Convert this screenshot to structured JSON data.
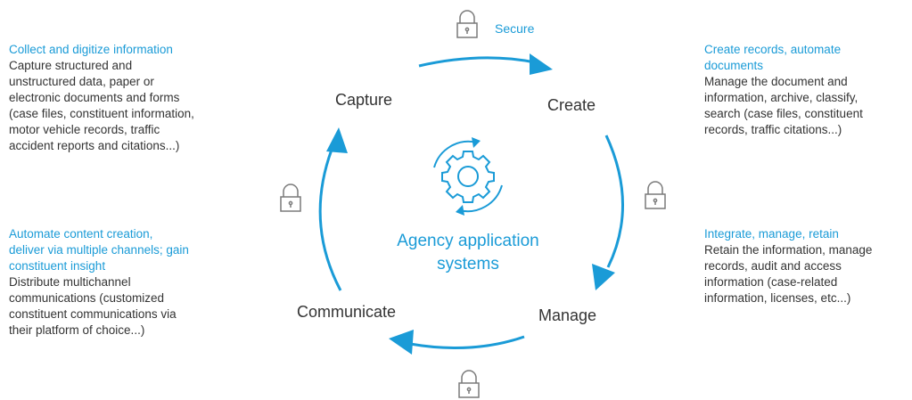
{
  "secure_label": "Secure",
  "center_title": [
    "Agency application",
    "systems"
  ],
  "stages": {
    "capture": "Capture",
    "create": "Create",
    "manage": "Manage",
    "communicate": "Communicate"
  },
  "blocks": {
    "collect": {
      "head": [
        "Collect and digitize information"
      ],
      "body": [
        "Capture structured and",
        "unstructured data, paper or",
        "electronic documents and forms",
        "(case files, constituent information,",
        "motor vehicle records, traffic",
        "accident reports and citations...)"
      ]
    },
    "create_records": {
      "head": [
        "Create records, automate",
        "documents"
      ],
      "body": [
        "Manage the document and",
        "information, archive, classify,",
        "search (case files, constituent",
        "records, traffic citations...)"
      ]
    },
    "automate": {
      "head": [
        "Automate content creation,",
        "deliver via multiple channels; gain",
        "constituent insight"
      ],
      "body": [
        "Distribute multichannel",
        "communications (customized",
        "constituent communications via",
        "their platform of choice...)"
      ]
    },
    "integrate": {
      "head": [
        "Integrate, manage, retain"
      ],
      "body": [
        "Retain the information, manage",
        "records, audit and access",
        "information (case-related",
        "information, licenses, etc...)"
      ]
    }
  },
  "colors": {
    "accent": "#1a9bd7",
    "text": "#333333",
    "icon": "#7a7a7a"
  },
  "icons": [
    "lock-icon",
    "gear-icon",
    "cycle-arrow-icon"
  ]
}
